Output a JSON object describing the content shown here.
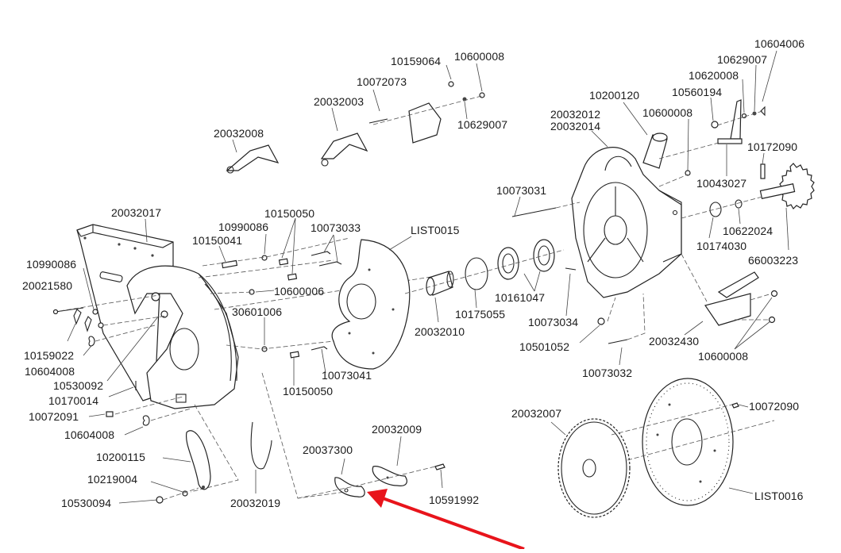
{
  "diagram": {
    "labels": {
      "l10604006": "10604006",
      "l10629007a": "10629007",
      "l10620008": "10620008",
      "l10560194": "10560194",
      "l10200120": "10200120",
      "l10600008a": "10600008",
      "l20032012": "20032012",
      "l20032014": "20032014",
      "l10172090": "10172090",
      "l10043027": "10043027",
      "l10159064": "10159064",
      "l10600008b": "10600008",
      "l10072073": "10072073",
      "l20032003": "20032003",
      "l10629007b": "10629007",
      "l20032008": "20032008",
      "l10073031": "10073031",
      "l10622024": "10622024",
      "l10174030": "10174030",
      "l66003223": "66003223",
      "l20032017": "20032017",
      "l10150050a": "10150050",
      "l10990086a": "10990086",
      "l10073033": "10073033",
      "lLIST0015": "LIST0015",
      "l10150041": "10150041",
      "l10990086b": "10990086",
      "l20021580": "20021580",
      "l10600006": "10600006",
      "l30601006": "30601006",
      "l10161047": "10161047",
      "l10175055": "10175055",
      "l20032010": "20032010",
      "l10073034": "10073034",
      "l10501052": "10501052",
      "l20032430": "20032430",
      "l10600008c": "10600008",
      "l10073032": "10073032",
      "l10159022": "10159022",
      "l10604008a": "10604008",
      "l10530092": "10530092",
      "l10170014": "10170014",
      "l10072091": "10072091",
      "l10604008b": "10604008",
      "l10073041": "10073041",
      "l10150050b": "10150050",
      "l20032007": "20032007",
      "l10072090": "10072090",
      "l20032009": "20032009",
      "l20037300": "20037300",
      "l10200115": "10200115",
      "l10219004": "10219004",
      "l10530094": "10530094",
      "l20032019": "20032019",
      "l10591992": "10591992",
      "lLIST0016": "LIST0016"
    },
    "highlight_arrow": {
      "color": "#e8141b",
      "target_part": "20037300"
    },
    "line_color": "#222222"
  }
}
